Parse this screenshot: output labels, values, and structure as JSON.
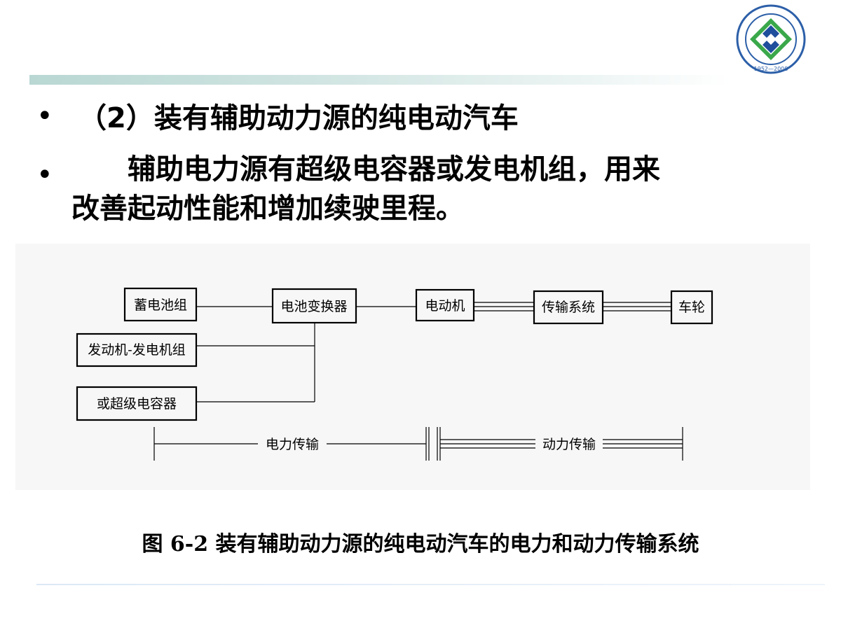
{
  "logo": {
    "ring_text_top": "",
    "ring_text_bottom": "1952—2008",
    "colors": {
      "ring": "#2c5fa8",
      "green": "#3aa84a",
      "blue": "#1f4e9c"
    }
  },
  "bullets": [
    {
      "marker": "•",
      "text": "（2）装有辅助动力源的纯电动汽车"
    },
    {
      "marker": "•",
      "line1": "辅助电力源有超级电容器或发电机组，用来",
      "line2": "改善起动性能和增加续驶里程。"
    }
  ],
  "diagram": {
    "boxes": {
      "battery_pack": "蓄电池组",
      "battery_converter": "电池变换器",
      "motor": "电动机",
      "transmission": "传输系统",
      "wheel": "车轮",
      "engine_generator": "发动机-发电机组",
      "supercapacitor": "或超级电容器"
    },
    "labels": {
      "electric_transmission": "电力传输",
      "power_transmission": "动力传输"
    }
  },
  "caption": "图 6-2 装有辅助动力源的纯电动汽车的电力和动力传输系统"
}
